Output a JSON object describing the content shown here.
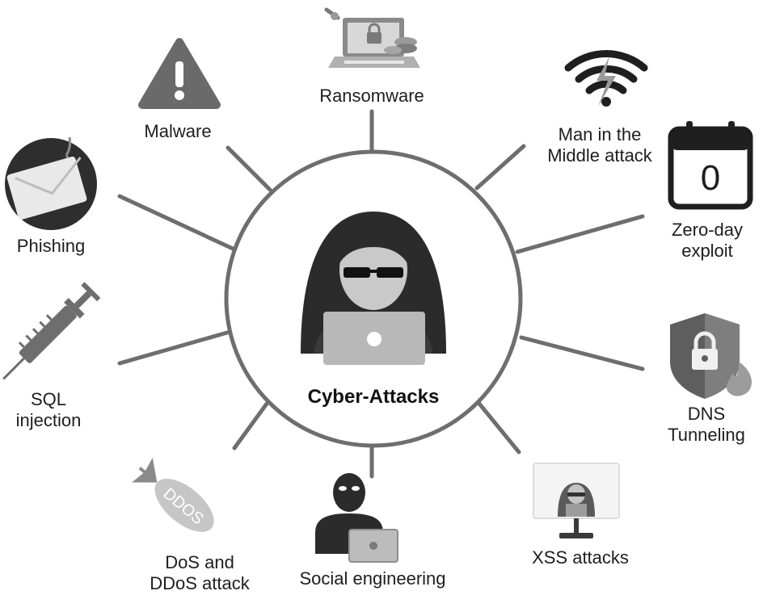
{
  "center": {
    "label": "Cyber-Attacks"
  },
  "nodes": {
    "ransomware": {
      "label": "Ransomware"
    },
    "malware": {
      "label": "Malware"
    },
    "mitm": {
      "line1": "Man in the",
      "line2": "Middle attack"
    },
    "phishing": {
      "label": "Phishing"
    },
    "zero_day": {
      "line1": "Zero-day",
      "line2": "exploit",
      "calendar_digit": "0"
    },
    "sql": {
      "line1": "SQL",
      "line2": "injection"
    },
    "dns": {
      "line1": "DNS",
      "line2": "Tunneling"
    },
    "dos": {
      "line1": "DoS and",
      "line2": "DDoS attack",
      "bomb_text": "DDOS"
    },
    "social": {
      "label": "Social engineering"
    },
    "xss": {
      "label": "XSS attacks"
    }
  },
  "icons": [
    "hacker-icon",
    "ransomware-laptop-icon",
    "warning-icon",
    "wifi-attack-icon",
    "phishing-envelope-icon",
    "calendar-icon",
    "syringe-icon",
    "shield-lock-icon",
    "ddos-bomb-icon",
    "masked-person-icon",
    "xss-monitor-icon"
  ]
}
